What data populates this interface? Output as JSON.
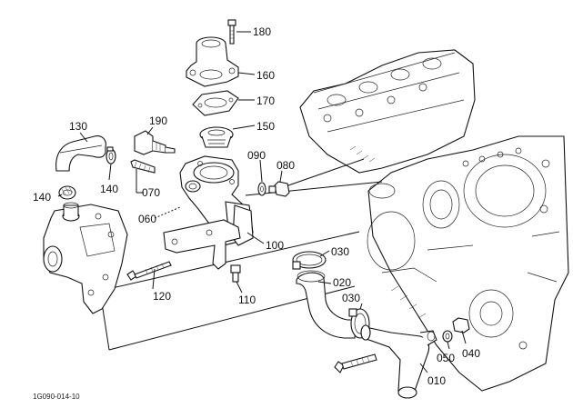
{
  "figure_code": "1G090-014-10",
  "parts": [
    {
      "ref": "180",
      "name": "bolt"
    },
    {
      "ref": "160",
      "name": "thermostat-cover"
    },
    {
      "ref": "170",
      "name": "gasket"
    },
    {
      "ref": "150",
      "name": "thermostat"
    },
    {
      "ref": "190",
      "name": "temperature-sensor"
    },
    {
      "ref": "130",
      "name": "hose"
    },
    {
      "ref": "140",
      "name": "clamp"
    },
    {
      "ref": "140",
      "name": "clamp"
    },
    {
      "ref": "090",
      "name": "gasket-washer"
    },
    {
      "ref": "080",
      "name": "plug"
    },
    {
      "ref": "070",
      "name": "pipe"
    },
    {
      "ref": "060",
      "name": "thermostat-housing"
    },
    {
      "ref": "100",
      "name": "gasket"
    },
    {
      "ref": "030",
      "name": "hose-clamp"
    },
    {
      "ref": "020",
      "name": "hose"
    },
    {
      "ref": "030",
      "name": "hose-clamp"
    },
    {
      "ref": "120",
      "name": "bolt"
    },
    {
      "ref": "110",
      "name": "bolt"
    },
    {
      "ref": "040",
      "name": "plug"
    },
    {
      "ref": "050",
      "name": "washer"
    },
    {
      "ref": "010",
      "name": "water-pipe"
    }
  ]
}
